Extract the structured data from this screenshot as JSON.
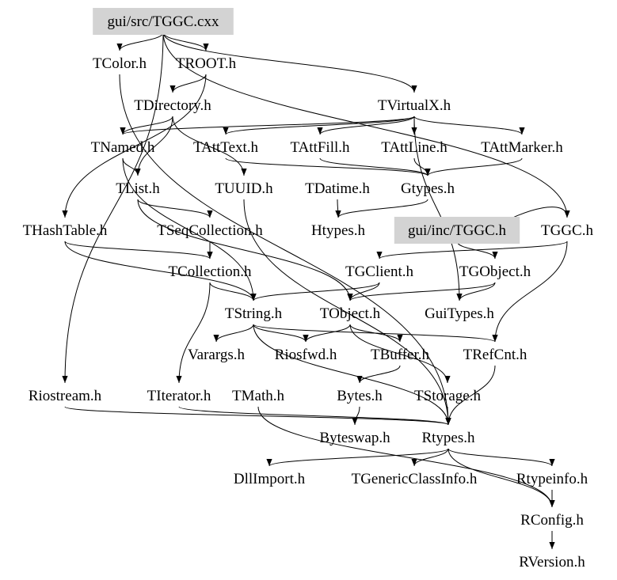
{
  "nodes": [
    {
      "id": "n0",
      "label": "gui/src/TGGC.cxx",
      "highlight": true
    },
    {
      "id": "n1",
      "label": "TColor.h"
    },
    {
      "id": "n2",
      "label": "TROOT.h"
    },
    {
      "id": "n3",
      "label": "TDirectory.h"
    },
    {
      "id": "n4",
      "label": "TVirtualX.h"
    },
    {
      "id": "n5",
      "label": "TNamed.h"
    },
    {
      "id": "n6",
      "label": "TAttText.h"
    },
    {
      "id": "n7",
      "label": "TAttFill.h"
    },
    {
      "id": "n8",
      "label": "TAttLine.h"
    },
    {
      "id": "n9",
      "label": "TAttMarker.h"
    },
    {
      "id": "n10",
      "label": "TList.h"
    },
    {
      "id": "n11",
      "label": "TUUID.h"
    },
    {
      "id": "n12",
      "label": "TDatime.h"
    },
    {
      "id": "n13",
      "label": "Gtypes.h"
    },
    {
      "id": "n14",
      "label": "THashTable.h"
    },
    {
      "id": "n15",
      "label": "TSeqCollection.h"
    },
    {
      "id": "n16",
      "label": "Htypes.h"
    },
    {
      "id": "n17",
      "label": "gui/inc/TGGC.h",
      "highlight": true
    },
    {
      "id": "n18",
      "label": "TGGC.h"
    },
    {
      "id": "n19",
      "label": "TCollection.h"
    },
    {
      "id": "n20",
      "label": "TGClient.h"
    },
    {
      "id": "n21",
      "label": "TGObject.h"
    },
    {
      "id": "n22",
      "label": "TString.h"
    },
    {
      "id": "n23",
      "label": "TObject.h"
    },
    {
      "id": "n24",
      "label": "GuiTypes.h"
    },
    {
      "id": "n25",
      "label": "Varargs.h"
    },
    {
      "id": "n26",
      "label": "Riosfwd.h"
    },
    {
      "id": "n27",
      "label": "TBuffer.h"
    },
    {
      "id": "n28",
      "label": "TRefCnt.h"
    },
    {
      "id": "n29",
      "label": "Riostream.h"
    },
    {
      "id": "n30",
      "label": "TIterator.h"
    },
    {
      "id": "n31",
      "label": "TMath.h"
    },
    {
      "id": "n32",
      "label": "Bytes.h"
    },
    {
      "id": "n33",
      "label": "TStorage.h"
    },
    {
      "id": "n34",
      "label": "Byteswap.h"
    },
    {
      "id": "n35",
      "label": "Rtypes.h"
    },
    {
      "id": "n36",
      "label": "DllImport.h"
    },
    {
      "id": "n37",
      "label": "TGenericClassInfo.h"
    },
    {
      "id": "n38",
      "label": "Rtypeinfo.h"
    },
    {
      "id": "n39",
      "label": "RConfig.h"
    },
    {
      "id": "n40",
      "label": "RVersion.h"
    }
  ],
  "edges": [
    [
      "n0",
      "n1"
    ],
    [
      "n0",
      "n2"
    ],
    [
      "n0",
      "n4"
    ],
    [
      "n0",
      "n18"
    ],
    [
      "n0",
      "n29"
    ],
    [
      "n2",
      "n3"
    ],
    [
      "n2",
      "n14"
    ],
    [
      "n1",
      "n35"
    ],
    [
      "n3",
      "n5"
    ],
    [
      "n3",
      "n10"
    ],
    [
      "n3",
      "n11"
    ],
    [
      "n4",
      "n5"
    ],
    [
      "n4",
      "n6"
    ],
    [
      "n4",
      "n7"
    ],
    [
      "n4",
      "n8"
    ],
    [
      "n4",
      "n9"
    ],
    [
      "n4",
      "n24"
    ],
    [
      "n5",
      "n10"
    ],
    [
      "n5",
      "n22"
    ],
    [
      "n6",
      "n13"
    ],
    [
      "n7",
      "n13"
    ],
    [
      "n8",
      "n13"
    ],
    [
      "n9",
      "n13"
    ],
    [
      "n10",
      "n15"
    ],
    [
      "n10",
      "n23"
    ],
    [
      "n11",
      "n35"
    ],
    [
      "n12",
      "n16"
    ],
    [
      "n13",
      "n16"
    ],
    [
      "n14",
      "n19"
    ],
    [
      "n14",
      "n22"
    ],
    [
      "n15",
      "n19"
    ],
    [
      "n17",
      "n21"
    ],
    [
      "n17",
      "n18"
    ],
    [
      "n18",
      "n28"
    ],
    [
      "n18",
      "n20"
    ],
    [
      "n19",
      "n22"
    ],
    [
      "n19",
      "n30"
    ],
    [
      "n20",
      "n23"
    ],
    [
      "n20",
      "n22"
    ],
    [
      "n21",
      "n23"
    ],
    [
      "n21",
      "n24"
    ],
    [
      "n22",
      "n25"
    ],
    [
      "n22",
      "n26"
    ],
    [
      "n22",
      "n28"
    ],
    [
      "n22",
      "n35"
    ],
    [
      "n23",
      "n26"
    ],
    [
      "n23",
      "n27"
    ],
    [
      "n23",
      "n33"
    ],
    [
      "n27",
      "n32"
    ],
    [
      "n28",
      "n35"
    ],
    [
      "n29",
      "n35"
    ],
    [
      "n30",
      "n35"
    ],
    [
      "n31",
      "n39"
    ],
    [
      "n32",
      "n34"
    ],
    [
      "n33",
      "n35"
    ],
    [
      "n35",
      "n36"
    ],
    [
      "n35",
      "n37"
    ],
    [
      "n35",
      "n38"
    ],
    [
      "n35",
      "n39"
    ],
    [
      "n38",
      "n39"
    ],
    [
      "n39",
      "n40"
    ]
  ]
}
